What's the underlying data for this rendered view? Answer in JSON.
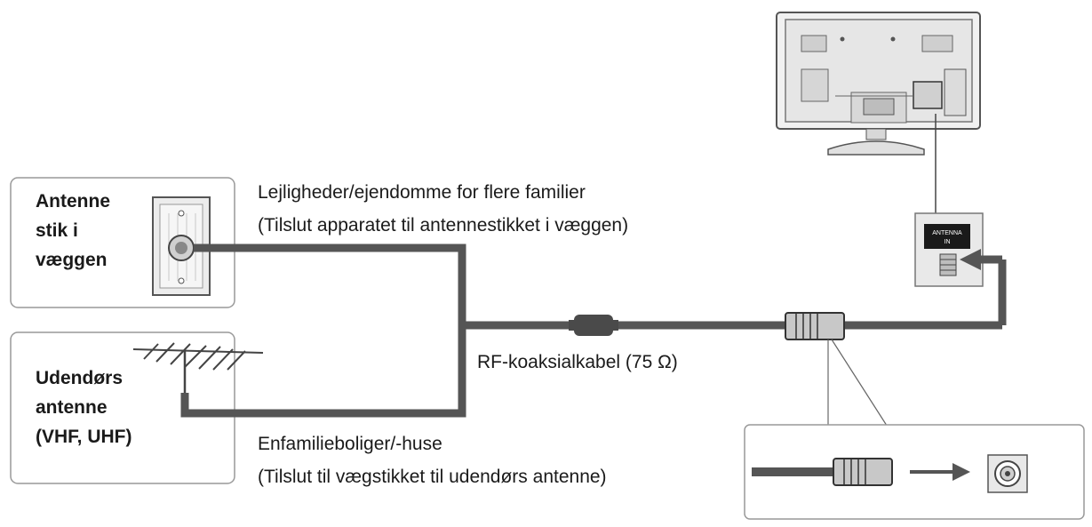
{
  "wall_socket": {
    "label_lines": [
      "Antenne",
      "stik i",
      "væggen"
    ]
  },
  "outdoor_antenna": {
    "label_lines": [
      "Udendørs",
      "antenne",
      "(VHF, UHF)"
    ]
  },
  "apartments": {
    "title": "Lejligheder/ejendomme for flere familier",
    "subtitle": "(Tilslut apparatet til antennestikket i væggen)"
  },
  "single_family": {
    "title": "Enfamilieboliger/-huse",
    "subtitle": "(Tilslut til vægstikket til udendørs antenne)"
  },
  "cable": {
    "label": "RF-koaksialkabel (75 Ω)"
  },
  "tv_jack": {
    "label_lines": [
      "ANTENNA",
      "IN"
    ]
  }
}
